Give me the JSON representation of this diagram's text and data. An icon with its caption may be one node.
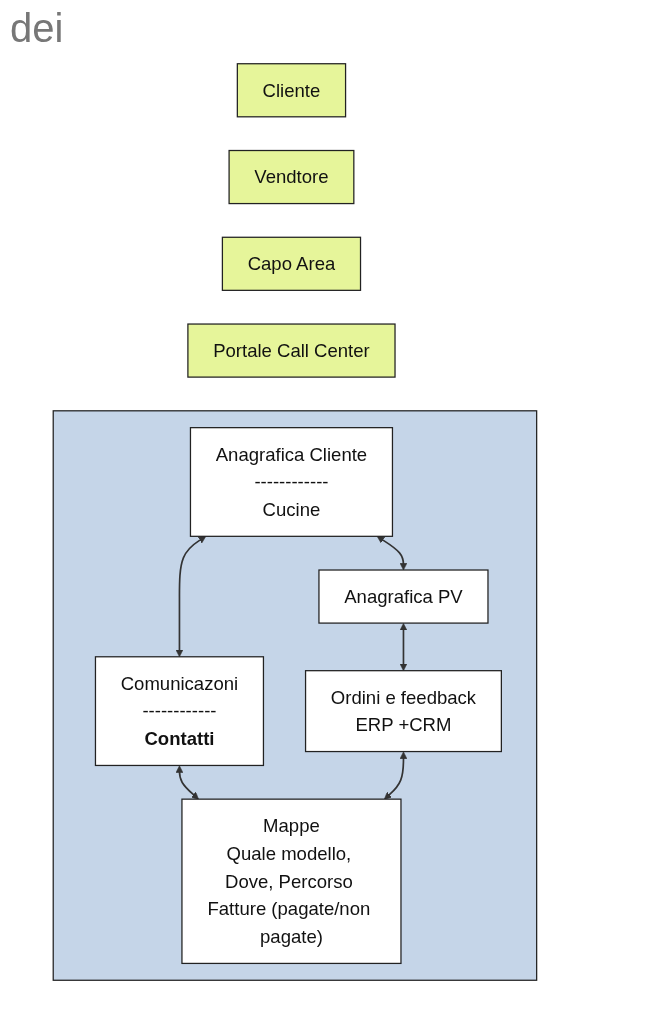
{
  "diagram": {
    "nodes": [
      {
        "text": [
          "Cliente"
        ]
      },
      {
        "text": [
          "Vendtore"
        ]
      },
      {
        "text": [
          "Capo Area"
        ]
      },
      {
        "text": [
          "Portale Call Center"
        ]
      },
      {
        "text": [],
        "shape": "box"
      },
      {
        "text": [
          "Anagrafica Cliente",
          "------------",
          "Cucine"
        ],
        "in": 4
      },
      {
        "text": [
          "Anagrafica PV"
        ],
        "in": 4
      },
      {
        "text": [
          "Comunicazoni",
          "------------",
          "Contatti"
        ],
        "in": 4
      },
      {
        "text": [
          "Ordini e feedback",
          "ERP +CRM"
        ],
        "in": 4
      },
      {
        "text": [
          "Mappe",
          "Quale modello, Dove, Percorso Fatture (pagate/non pagate)"
        ],
        "in": 4
      }
    ],
    "edges": [
      {
        "from": 5,
        "to": 6,
        "arrow": "both"
      },
      {
        "from": 5,
        "to": 7,
        "arrow": "both"
      },
      {
        "from": 6,
        "to": 8,
        "arrow": "both"
      },
      {
        "from": 7,
        "to": 9,
        "arrow": "both"
      },
      {
        "from": 8,
        "to": 9,
        "arrow": "both"
      }
    ],
    "labels": [
      "dei"
    ]
  }
}
